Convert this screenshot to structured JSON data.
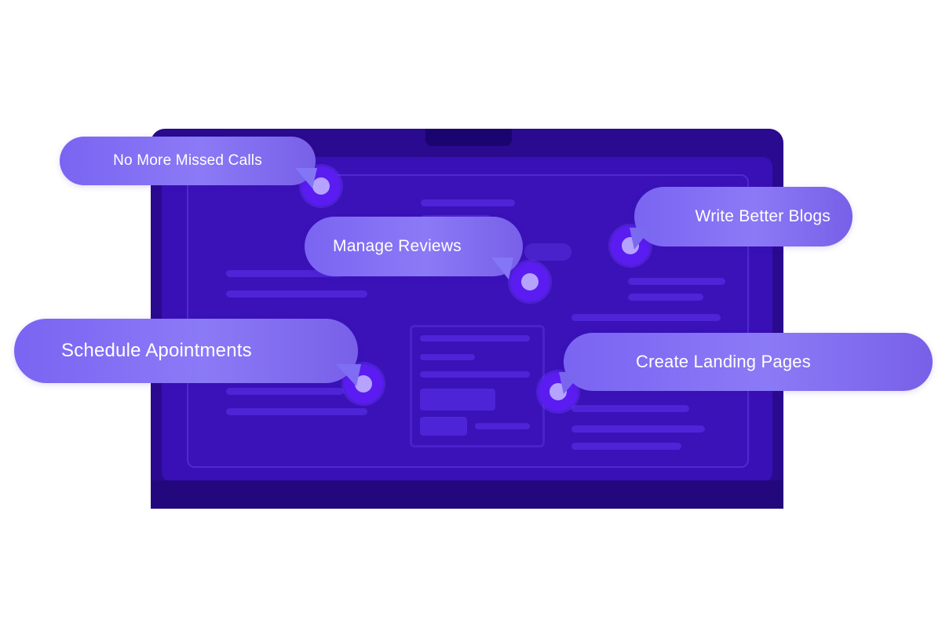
{
  "colors": {
    "device_frame": "#2a0a8e",
    "screen": "#3810b6",
    "bubble_start": "#7a64f2",
    "bubble_end": "#8b7af6",
    "dot_ring": "#5a1cf0",
    "dot_center": "#b6a3ff",
    "text": "#ffffff"
  },
  "bubbles": {
    "missed_calls": {
      "label": "No More Missed Calls",
      "icon": "pointer-dot"
    },
    "manage_reviews": {
      "label": "Manage Reviews",
      "icon": "pointer-dot"
    },
    "write_blogs": {
      "label": "Write Better Blogs",
      "icon": "pointer-dot"
    },
    "schedule": {
      "label": "Schedule Apointments",
      "icon": "pointer-dot"
    },
    "landing_pages": {
      "label": "Create Landing Pages",
      "icon": "pointer-dot"
    }
  }
}
